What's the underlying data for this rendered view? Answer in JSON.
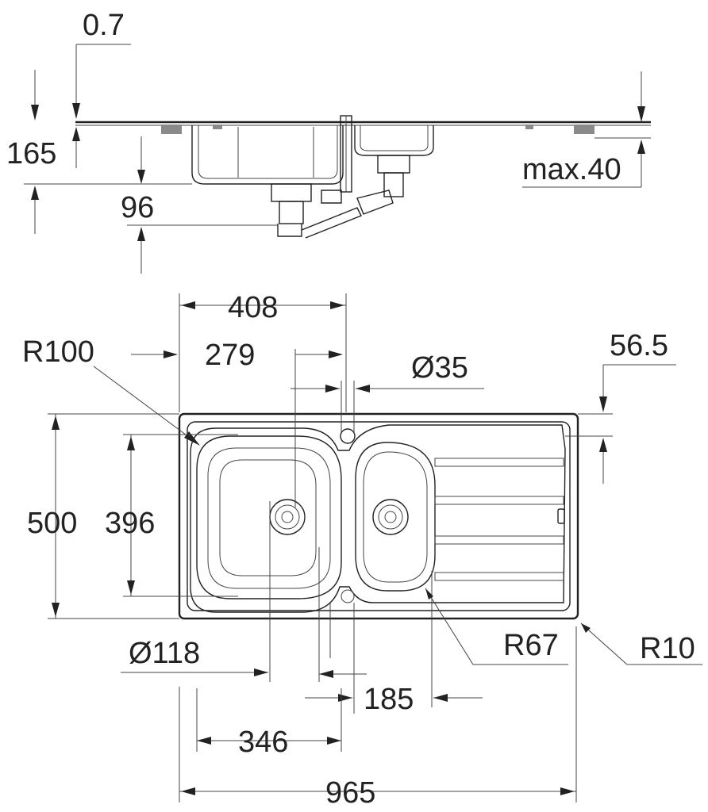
{
  "side_view": {
    "labels": {
      "thickness": "0.7",
      "height": "165",
      "depth": "96",
      "max_thickness": "max.40"
    }
  },
  "top_view": {
    "labels": {
      "width_408": "408",
      "radius_bowl": "R100",
      "width_279": "279",
      "diameter_35": "Ø35",
      "offset_56_5": "56.5",
      "height_500": "500",
      "height_396": "396",
      "diameter_118": "Ø118",
      "radius_67": "R67",
      "radius_10": "R10",
      "width_185": "185",
      "width_346": "346",
      "width_965": "965"
    }
  }
}
